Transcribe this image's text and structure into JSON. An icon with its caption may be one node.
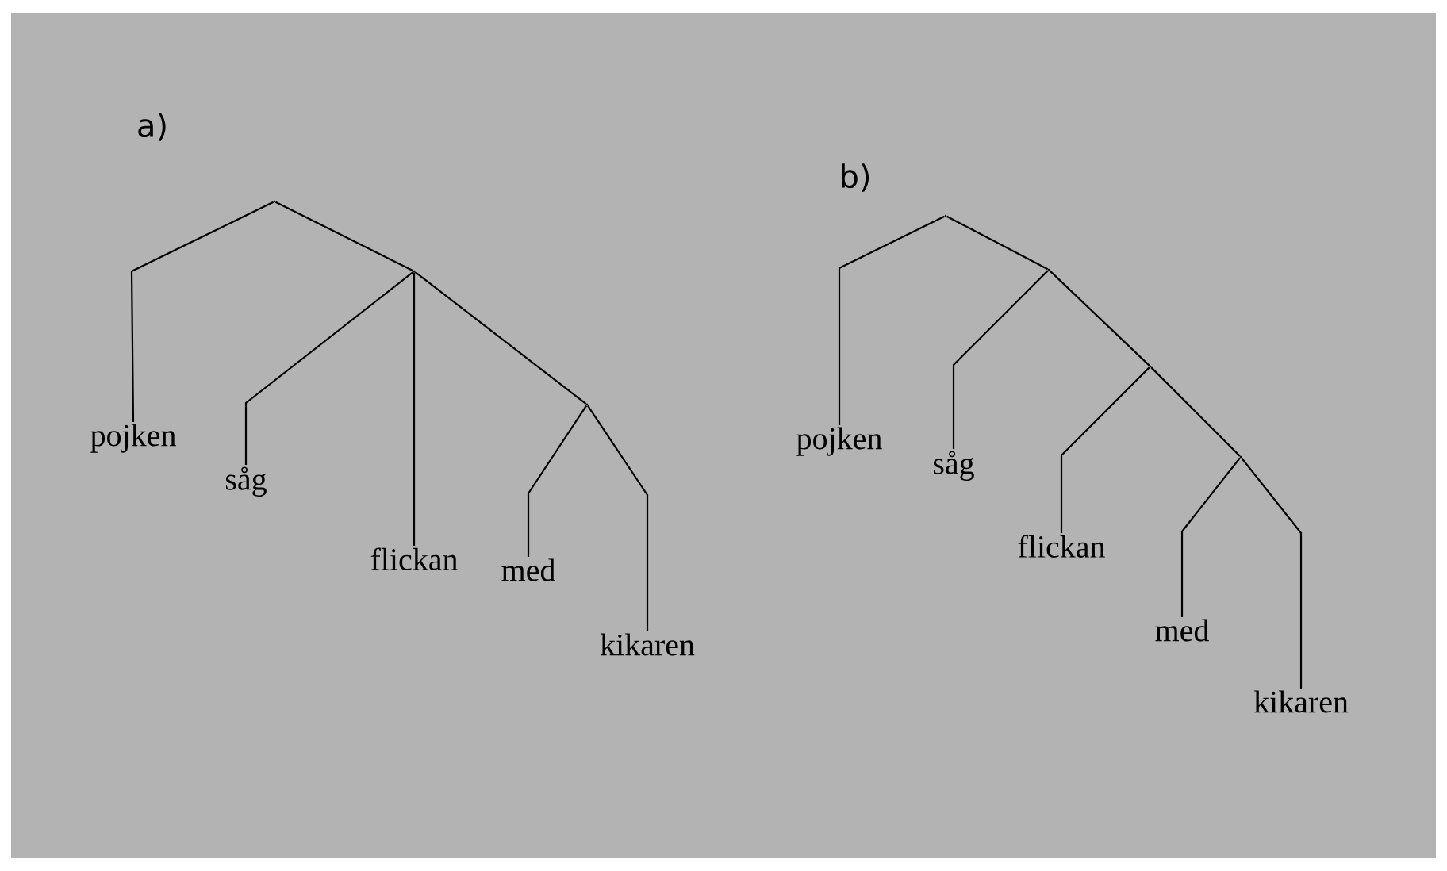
{
  "diagram": {
    "nodes": [
      {
        "text": [],
        "shape": "point"
      },
      {
        "text": [
          "pojken"
        ]
      },
      {
        "text": [],
        "shape": "point"
      },
      {
        "text": [
          "såg"
        ]
      },
      {
        "text": [
          "flickan"
        ]
      },
      {
        "text": [],
        "shape": "point"
      },
      {
        "text": [
          "med"
        ]
      },
      {
        "text": [
          "kikaren"
        ]
      },
      {
        "text": [],
        "shape": "point"
      },
      {
        "text": [
          "pojken"
        ]
      },
      {
        "text": [],
        "shape": "point"
      },
      {
        "text": [
          "såg"
        ]
      },
      {
        "text": [],
        "shape": "point"
      },
      {
        "text": [
          "flickan"
        ]
      },
      {
        "text": [],
        "shape": "point"
      },
      {
        "text": [
          "med"
        ]
      },
      {
        "text": [
          "kikaren"
        ]
      }
    ],
    "edges": [
      {
        "from": 0,
        "to": 1,
        "arrow": "none"
      },
      {
        "from": 0,
        "to": 2,
        "arrow": "none"
      },
      {
        "from": 2,
        "to": 3,
        "arrow": "none"
      },
      {
        "from": 2,
        "to": 4,
        "arrow": "none"
      },
      {
        "from": 2,
        "to": 5,
        "arrow": "none"
      },
      {
        "from": 5,
        "to": 6,
        "arrow": "none"
      },
      {
        "from": 5,
        "to": 7,
        "arrow": "none"
      },
      {
        "from": 8,
        "to": 9,
        "arrow": "none"
      },
      {
        "from": 8,
        "to": 10,
        "arrow": "none"
      },
      {
        "from": 10,
        "to": 11,
        "arrow": "none"
      },
      {
        "from": 10,
        "to": 12,
        "arrow": "none"
      },
      {
        "from": 12,
        "to": 13,
        "arrow": "none"
      },
      {
        "from": 12,
        "to": 14,
        "arrow": "none"
      },
      {
        "from": 14,
        "to": 15,
        "arrow": "none"
      },
      {
        "from": 14,
        "to": 16,
        "arrow": "none"
      }
    ],
    "labels": [
      "a)",
      "b)"
    ]
  }
}
